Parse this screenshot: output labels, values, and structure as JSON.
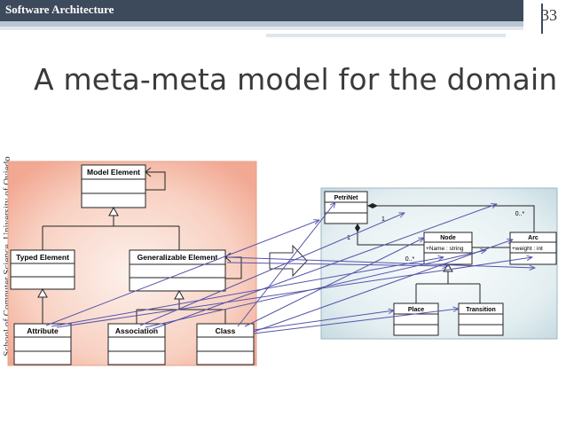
{
  "header": {
    "course_title": "Software Architecture",
    "page_number": "33"
  },
  "slide": {
    "title": "A meta-meta model for the domain",
    "side_text": "School of Computer Science, University of Oviedo"
  },
  "metamodel": {
    "model_element": "Model Element",
    "typed_element": "Typed Element",
    "generalizable_element": "Generalizable Element",
    "attribute": "Attribute",
    "association": "Association",
    "class": "Class"
  },
  "domain_model": {
    "petrinet": "PetriNet",
    "node": "Node",
    "node_attr": "+Name : string",
    "arc": "Arc",
    "arc_attr": "+weight : int",
    "place": "Place",
    "transition": "Transition",
    "mult_arc": "0..*",
    "mult_one_a": "1",
    "mult_one_b": "1",
    "mult_node": "0..*"
  },
  "colors": {
    "left_panel": "#f7c4b2",
    "right_panel": "#dbe8ec",
    "arrow": "#5555aa",
    "topbar": "#3d4a5c"
  }
}
